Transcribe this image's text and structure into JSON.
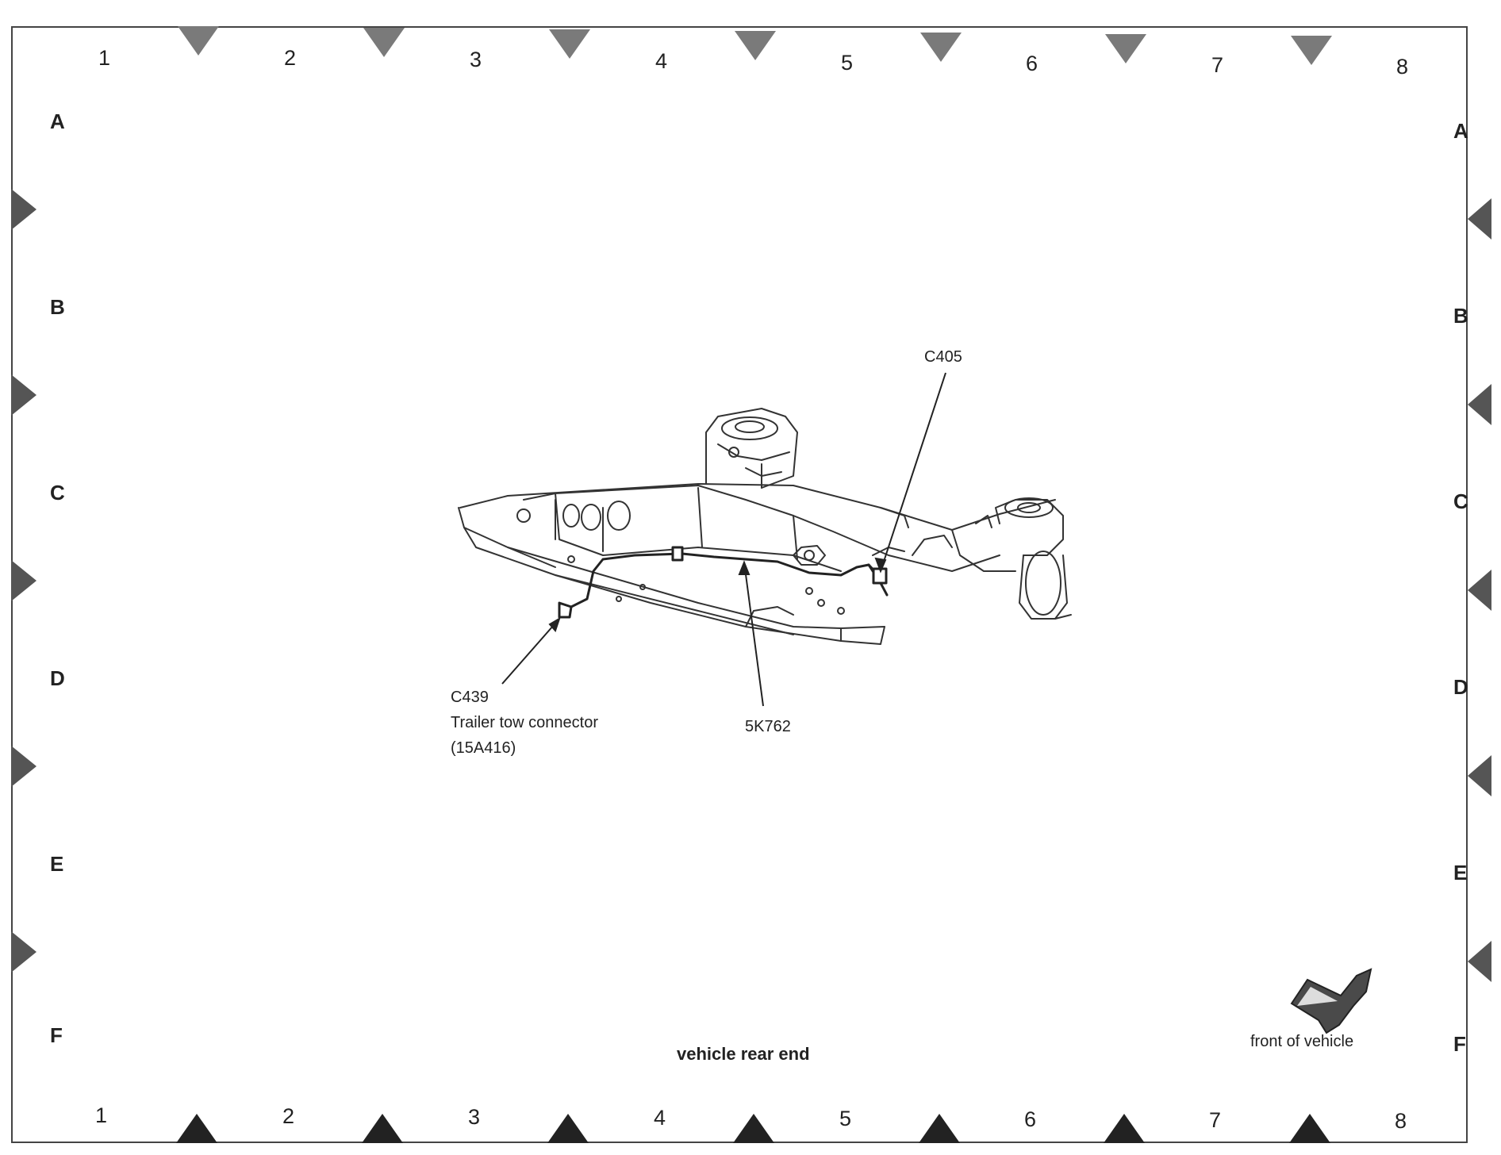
{
  "grid": {
    "columns": [
      "1",
      "2",
      "3",
      "4",
      "5",
      "6",
      "7",
      "8"
    ],
    "rows": [
      "A",
      "B",
      "C",
      "D",
      "E",
      "F"
    ]
  },
  "callouts": {
    "c405": "C405",
    "c439": "C439",
    "c439_desc": "Trailer tow connector",
    "c439_part": "(15A416)",
    "harness": "5K762"
  },
  "captions": {
    "rear_end": "vehicle rear end",
    "front_of_vehicle": "front of vehicle"
  }
}
